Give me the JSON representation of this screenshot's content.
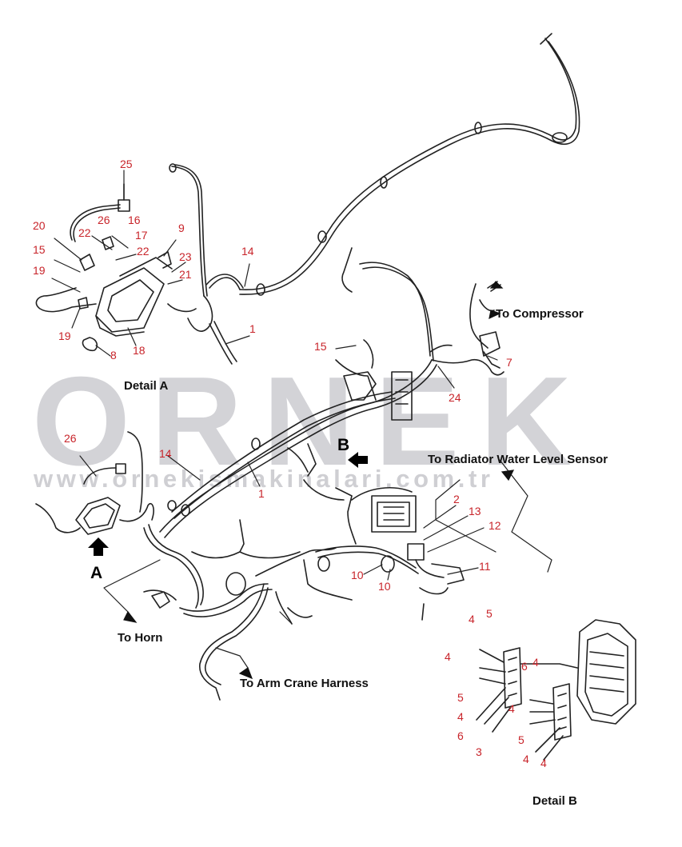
{
  "watermark": {
    "brand": "ORNEK",
    "site": "www.ornekismakinalari.com.tr"
  },
  "labels": {
    "detail_a": "Detail A",
    "detail_b": "Detail B",
    "to_compressor": "To Compressor",
    "to_radiator": "To Radiator Water Level Sensor",
    "to_horn": "To Horn",
    "to_arm_crane": "To Arm Crane Harness",
    "view_a": "A",
    "view_b": "B"
  },
  "callouts": [
    "25",
    "26",
    "16",
    "20",
    "22",
    "17",
    "9",
    "15",
    "22",
    "23",
    "19",
    "21",
    "19",
    "8",
    "18",
    "14",
    "1",
    "15",
    "7",
    "24",
    "26",
    "14",
    "1",
    "2",
    "13",
    "12",
    "11",
    "10",
    "10",
    "4",
    "5",
    "4",
    "6",
    "4",
    "5",
    "4",
    "6",
    "3",
    "5",
    "4",
    "4",
    "4"
  ],
  "colors": {
    "callout": "#c8242a",
    "line": "#222222",
    "watermark": "#d3d3d7"
  }
}
